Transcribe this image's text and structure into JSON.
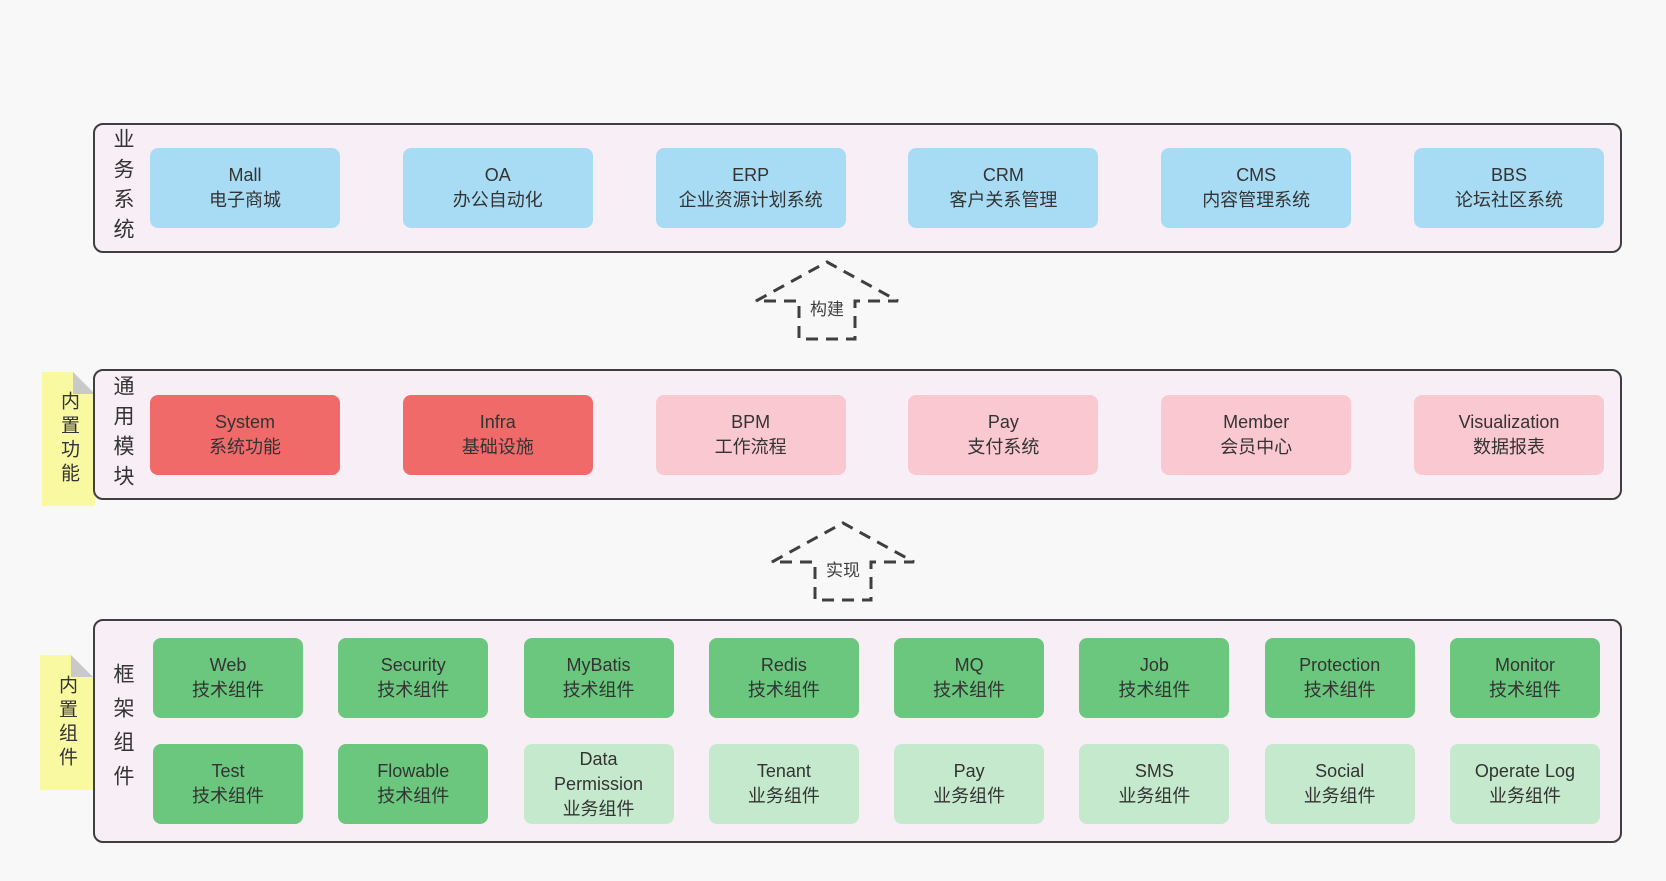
{
  "colors": {
    "page_bg": "#f8f8f8",
    "panel_bg": "#f8eef6",
    "panel_border": "#3f3f3f",
    "blue": "#a8dcf4",
    "red": "#f06a6a",
    "pink": "#fac8d1",
    "green_dark": "#6bc67e",
    "green_light": "#c5e9cd",
    "note_yellow": "#f9f9a1",
    "note_fold": "#c9c9c9",
    "text": "#333333"
  },
  "arrows": [
    {
      "label": "构建"
    },
    {
      "label": "实现"
    }
  ],
  "sections": {
    "business": {
      "side_label": "业务系统",
      "items": [
        {
          "name": "Mall",
          "desc": "电子商城"
        },
        {
          "name": "OA",
          "desc": "办公自动化"
        },
        {
          "name": "ERP",
          "desc": "企业资源计划系统"
        },
        {
          "name": "CRM",
          "desc": "客户关系管理"
        },
        {
          "name": "CMS",
          "desc": "内容管理系统"
        },
        {
          "name": "BBS",
          "desc": "论坛社区系统"
        }
      ]
    },
    "modules": {
      "side_label": "通用模块",
      "note_label": "内置功能",
      "items": [
        {
          "name": "System",
          "desc": "系统功能",
          "variant": "red"
        },
        {
          "name": "Infra",
          "desc": "基础设施",
          "variant": "red"
        },
        {
          "name": "BPM",
          "desc": "工作流程",
          "variant": "pink"
        },
        {
          "name": "Pay",
          "desc": "支付系统",
          "variant": "pink"
        },
        {
          "name": "Member",
          "desc": "会员中心",
          "variant": "pink"
        },
        {
          "name": "Visualization",
          "desc": "数据报表",
          "variant": "pink"
        }
      ]
    },
    "components": {
      "side_label": "框架组件",
      "note_label": "内置组件",
      "rows": [
        [
          {
            "name": "Web",
            "desc": "技术组件",
            "variant": "green-dark"
          },
          {
            "name": "Security",
            "desc": "技术组件",
            "variant": "green-dark"
          },
          {
            "name": "MyBatis",
            "desc": "技术组件",
            "variant": "green-dark"
          },
          {
            "name": "Redis",
            "desc": "技术组件",
            "variant": "green-dark"
          },
          {
            "name": "MQ",
            "desc": "技术组件",
            "variant": "green-dark"
          },
          {
            "name": "Job",
            "desc": "技术组件",
            "variant": "green-dark"
          },
          {
            "name": "Protection",
            "desc": "技术组件",
            "variant": "green-dark"
          },
          {
            "name": "Monitor",
            "desc": "技术组件",
            "variant": "green-dark"
          }
        ],
        [
          {
            "name": "Test",
            "desc": "技术组件",
            "variant": "green-dark"
          },
          {
            "name": "Flowable",
            "desc": "技术组件",
            "variant": "green-dark"
          },
          {
            "name": "Data Permission",
            "desc": "业务组件",
            "variant": "green-light"
          },
          {
            "name": "Tenant",
            "desc": "业务组件",
            "variant": "green-light"
          },
          {
            "name": "Pay",
            "desc": "业务组件",
            "variant": "green-light"
          },
          {
            "name": "SMS",
            "desc": "业务组件",
            "variant": "green-light"
          },
          {
            "name": "Social",
            "desc": "业务组件",
            "variant": "green-light"
          },
          {
            "name": "Operate Log",
            "desc": "业务组件",
            "variant": "green-light"
          }
        ]
      ]
    }
  }
}
